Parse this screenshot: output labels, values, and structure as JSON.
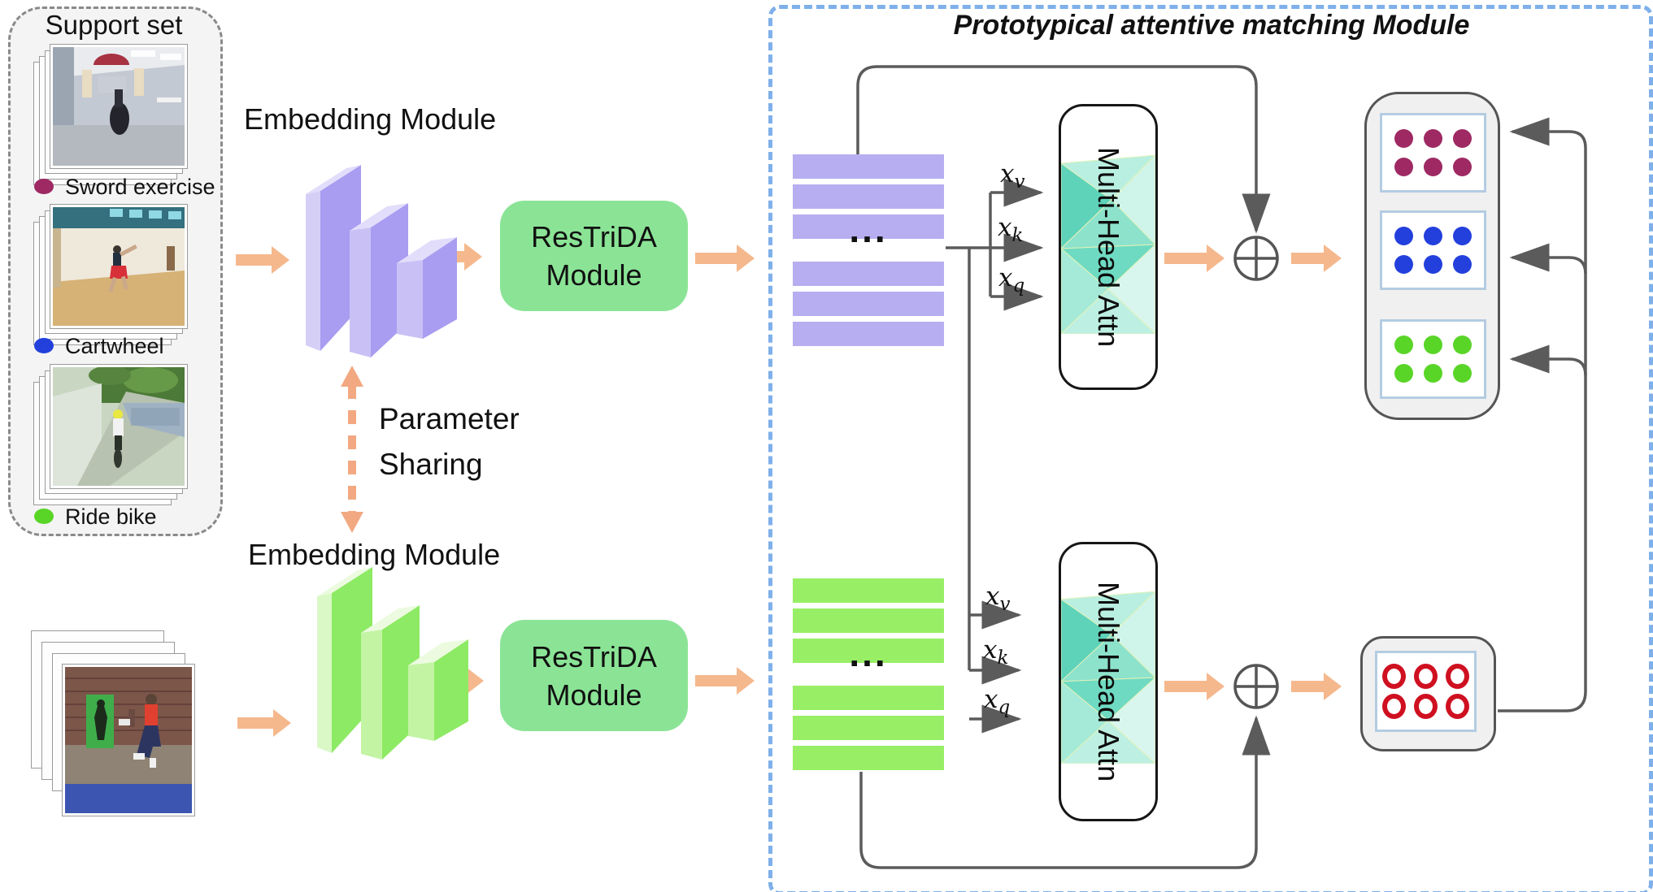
{
  "support_panel": {
    "title": "Support set",
    "items": [
      {
        "label": "Sword exercise",
        "color": "#9e2963"
      },
      {
        "label": "Cartwheel",
        "color": "#2340dd"
      },
      {
        "label": "Ride bike",
        "color": "#59d527"
      }
    ]
  },
  "embedding_top": {
    "label": "Embedding Module"
  },
  "embedding_bottom": {
    "label": "Embedding Module"
  },
  "restrida_top": {
    "line1": "ResTriDA",
    "line2": "Module"
  },
  "restrida_bottom": {
    "line1": "ResTriDA",
    "line2": "Module"
  },
  "parameter_sharing": {
    "line1": "Parameter",
    "line2": "Sharing"
  },
  "matching_module": {
    "title": "Prototypical attentive matching Module",
    "support_features": {
      "ellipsis": "...",
      "color": "#b6aef0",
      "segments_above": 3,
      "segments_below": 3
    },
    "query_features": {
      "ellipsis": "...",
      "color": "#98ef66",
      "segments_above": 3,
      "segments_below": 3
    },
    "attention_top": {
      "label": "Multi-Head Attn"
    },
    "attention_bottom": {
      "label": "Multi-Head Attn"
    },
    "attention_inputs": [
      {
        "base": "x",
        "sub": "v"
      },
      {
        "base": "x",
        "sub": "k"
      },
      {
        "base": "x",
        "sub": "q"
      }
    ],
    "prototypes": {
      "groups": [
        {
          "name": "sword-exercise-prototype",
          "rows": 2,
          "cols": 3,
          "color": "#9e2963",
          "hollow": false
        },
        {
          "name": "cartwheel-prototype",
          "rows": 2,
          "cols": 3,
          "color": "#2340dd",
          "hollow": false
        },
        {
          "name": "ride-bike-prototype",
          "rows": 2,
          "cols": 3,
          "color": "#59d527",
          "hollow": false
        }
      ]
    },
    "query_box": {
      "rows": 2,
      "cols": 3,
      "color": "#cf1020",
      "hollow": true
    }
  },
  "colors": {
    "arrow_orange": "#f5b88d",
    "dashed_arrow_orange": "#f2a982",
    "module_green": "#8be496",
    "line_gray": "#5b5b5b",
    "panel_border_blue": "#7fb0ea",
    "support_bar_purple": "#b6aef0",
    "query_bar_green": "#98ef66",
    "attention_teal": "#7fdcc6"
  }
}
